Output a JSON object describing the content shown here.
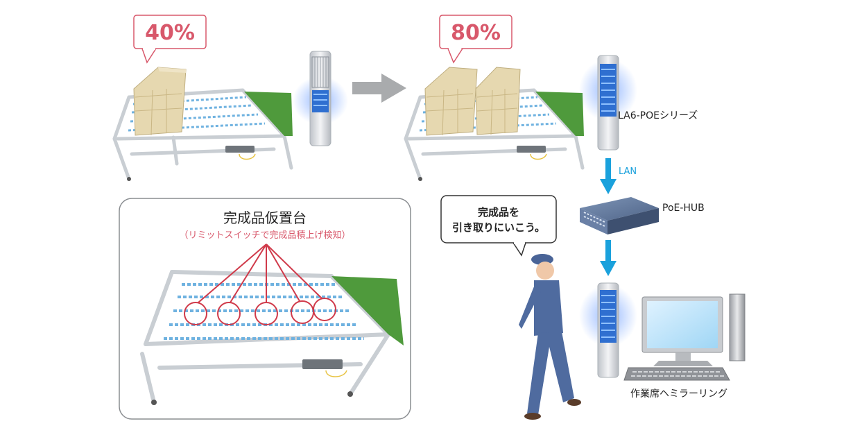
{
  "load_before": "40%",
  "load_after": "80%",
  "product_series": "LA6-POEシリーズ",
  "network_link": "LAN",
  "hub_label": "PoE-HUB",
  "station_label": "作業席ヘミラーリング",
  "rack_panel": {
    "title": "完成品仮置台",
    "subtitle": "（リミットスイッチで完成品積上げ検知）"
  },
  "worker_speech": {
    "line1": "完成品を",
    "line2": "引き取りにいこう。"
  },
  "colors": {
    "accent_red": "#d8586b",
    "lan_blue": "#1aa1dc",
    "rack_green": "#4f9a3c",
    "box_beige": "#e6d8b0",
    "signal_light": "#2f6fd0",
    "worker_uniform": "#4f6b9f"
  }
}
